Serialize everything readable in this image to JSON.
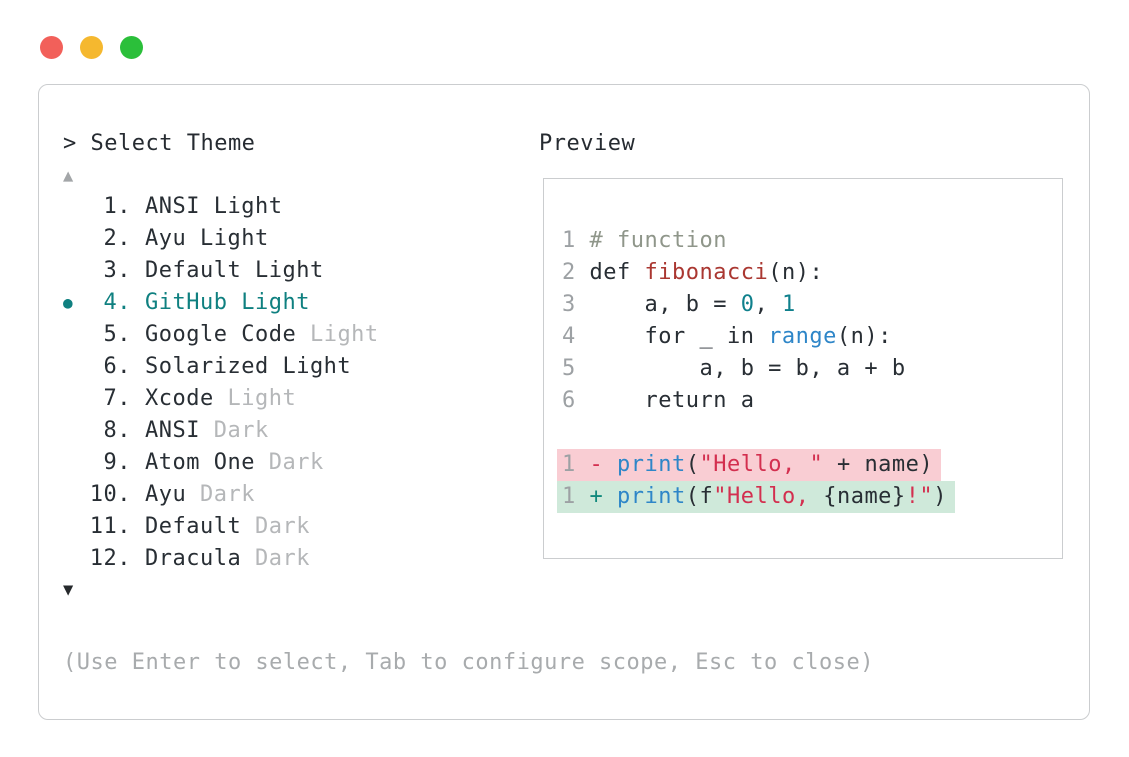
{
  "window_chrome": {
    "traffic_lights": [
      {
        "name": "close",
        "color": "#f2605a"
      },
      {
        "name": "minimize",
        "color": "#f5b82f"
      },
      {
        "name": "zoom",
        "color": "#2bbf3a"
      }
    ]
  },
  "theme_picker": {
    "title": "> Select Theme",
    "scroll_up_icon": "▲",
    "scroll_down_icon": "▼",
    "selected_bullet_icon": "●",
    "items": [
      {
        "number": "1.",
        "name": "ANSI Light",
        "muted_suffix": "",
        "selected": false
      },
      {
        "number": "2.",
        "name": "Ayu Light",
        "muted_suffix": "",
        "selected": false
      },
      {
        "number": "3.",
        "name": "Default Light",
        "muted_suffix": "",
        "selected": false
      },
      {
        "number": "4.",
        "name": "GitHub Light",
        "muted_suffix": "",
        "selected": true
      },
      {
        "number": "5.",
        "name": "Google Code",
        "muted_suffix": "Light",
        "selected": false
      },
      {
        "number": "6.",
        "name": "Solarized Light",
        "muted_suffix": "",
        "selected": false
      },
      {
        "number": "7.",
        "name": "Xcode",
        "muted_suffix": "Light",
        "selected": false
      },
      {
        "number": "8.",
        "name": "ANSI",
        "muted_suffix": "Dark",
        "selected": false
      },
      {
        "number": "9.",
        "name": "Atom One",
        "muted_suffix": "Dark",
        "selected": false
      },
      {
        "number": "10.",
        "name": "Ayu",
        "muted_suffix": "Dark",
        "selected": false
      },
      {
        "number": "11.",
        "name": "Default",
        "muted_suffix": "Dark",
        "selected": false
      },
      {
        "number": "12.",
        "name": "Dracula",
        "muted_suffix": "Dark",
        "selected": false
      }
    ],
    "hint": "(Use Enter to select, Tab to configure scope, Esc to close)"
  },
  "preview": {
    "title": "Preview",
    "colors": {
      "fg": "#282e34",
      "comment": "#8f968a",
      "func": "#aa3731",
      "number": "#0f808c",
      "builtin": "#2e86c8",
      "string": "#d32f4f",
      "minus": "#d32f4f",
      "plus": "#10897c",
      "linenum": "#9da1a4",
      "removed_bg": "#f9cdd3",
      "added_bg": "#cfe9da"
    },
    "code_lines": [
      {
        "num": "1",
        "segments": [
          {
            "t": "# function",
            "c": "comment"
          }
        ]
      },
      {
        "num": "2",
        "segments": [
          {
            "t": "def ",
            "c": "fg"
          },
          {
            "t": "fibonacci",
            "c": "func"
          },
          {
            "t": "(n):",
            "c": "fg"
          }
        ]
      },
      {
        "num": "3",
        "segments": [
          {
            "t": "    a, b = ",
            "c": "fg"
          },
          {
            "t": "0",
            "c": "number"
          },
          {
            "t": ", ",
            "c": "fg"
          },
          {
            "t": "1",
            "c": "number"
          }
        ]
      },
      {
        "num": "4",
        "segments": [
          {
            "t": "    for _ in ",
            "c": "fg"
          },
          {
            "t": "range",
            "c": "builtin"
          },
          {
            "t": "(n):",
            "c": "fg"
          }
        ]
      },
      {
        "num": "5",
        "segments": [
          {
            "t": "        a, b = b, a + b",
            "c": "fg"
          }
        ]
      },
      {
        "num": "6",
        "segments": [
          {
            "t": "    return a",
            "c": "fg"
          }
        ]
      },
      {
        "blank": true
      },
      {
        "num": "1",
        "bg": "removed_bg",
        "segments": [
          {
            "t": "- ",
            "c": "minus"
          },
          {
            "t": "print",
            "c": "builtin"
          },
          {
            "t": "(",
            "c": "fg"
          },
          {
            "t": "\"Hello, \"",
            "c": "string"
          },
          {
            "t": " + name)",
            "c": "fg"
          }
        ]
      },
      {
        "num": "1",
        "bg": "added_bg",
        "segments": [
          {
            "t": "+ ",
            "c": "plus"
          },
          {
            "t": "print",
            "c": "builtin"
          },
          {
            "t": "(f",
            "c": "fg"
          },
          {
            "t": "\"Hello, ",
            "c": "string"
          },
          {
            "t": "{name}",
            "c": "fg"
          },
          {
            "t": "!\"",
            "c": "string"
          },
          {
            "t": ")",
            "c": "fg"
          }
        ]
      }
    ]
  }
}
